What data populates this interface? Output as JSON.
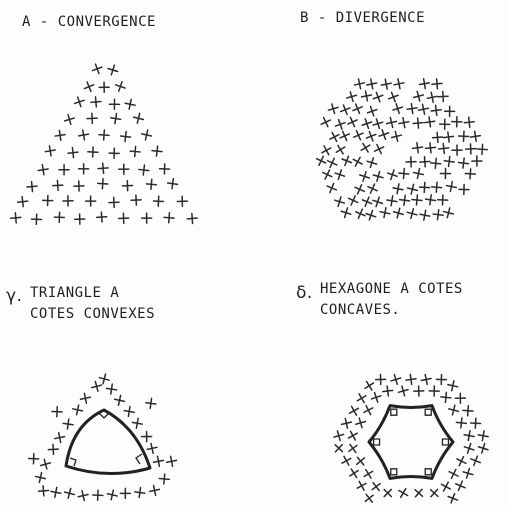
{
  "panels": [
    {
      "id": "A",
      "title": "A - CONVERGENCE"
    },
    {
      "id": "B",
      "title": "B - DIVERGENCE"
    },
    {
      "id": "C",
      "marker": "γ.",
      "title_lines": [
        "TRIANGLE A",
        "COTES CONVEXES"
      ]
    },
    {
      "id": "D",
      "marker": "δ.",
      "title_lines": [
        "HEXAGONE A COTES",
        "CONCAVES."
      ]
    }
  ]
}
